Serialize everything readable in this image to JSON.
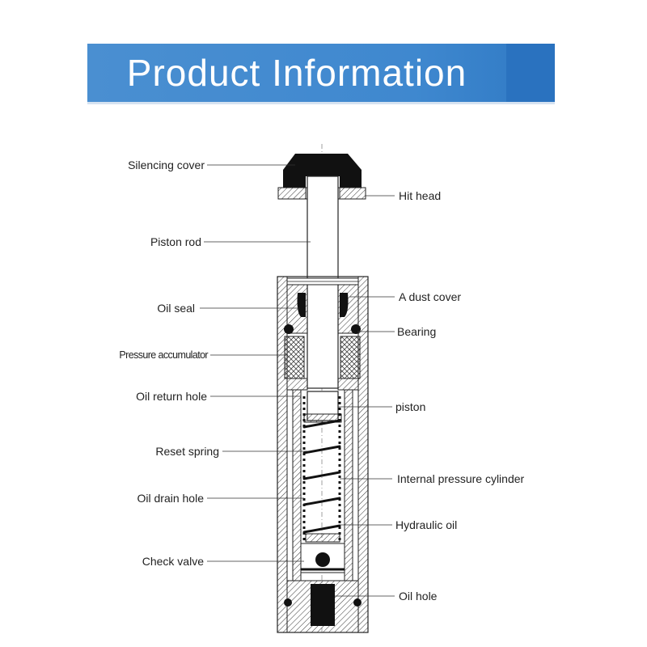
{
  "banner": {
    "title": "Product Information",
    "color": "#3f88cf"
  },
  "labels_left": [
    {
      "key": "silencing_cover",
      "text": "Silencing cover"
    },
    {
      "key": "piston_rod",
      "text": "Piston rod"
    },
    {
      "key": "oil_seal",
      "text": "Oil seal"
    },
    {
      "key": "pressure_accumulator",
      "text": "Pressure accumulator"
    },
    {
      "key": "oil_return_hole",
      "text": "Oil return hole"
    },
    {
      "key": "reset_spring",
      "text": "Reset spring"
    },
    {
      "key": "oil_drain_hole",
      "text": "Oil drain hole"
    },
    {
      "key": "check_valve",
      "text": "Check valve"
    }
  ],
  "labels_right": [
    {
      "key": "hit_head",
      "text": "Hit head"
    },
    {
      "key": "dust_cover",
      "text": "A dust cover"
    },
    {
      "key": "bearing",
      "text": "Bearing"
    },
    {
      "key": "piston",
      "text": "piston"
    },
    {
      "key": "internal_pressure_cylinder",
      "text": "Internal pressure cylinder"
    },
    {
      "key": "hydraulic_oil",
      "text": "Hydraulic oil"
    },
    {
      "key": "oil_hole",
      "text": "Oil hole"
    }
  ]
}
